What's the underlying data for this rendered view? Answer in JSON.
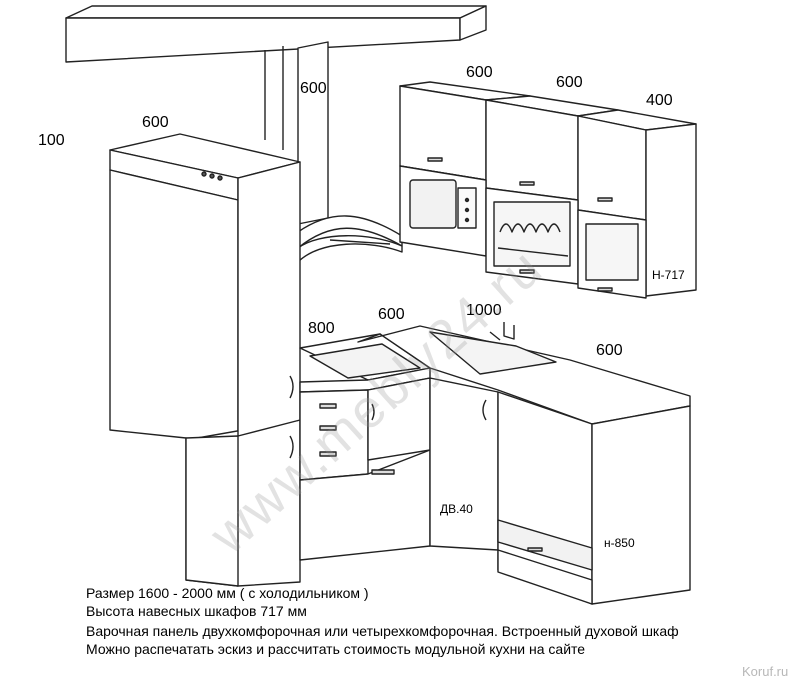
{
  "dimensions": {
    "fridge_offset": "100",
    "fridge_width": "600",
    "hood_width": "600",
    "wall_cab_1": "600",
    "wall_cab_2": "600",
    "wall_cab_3": "400",
    "base_800": "800",
    "base_600": "600",
    "sink_1000": "1000",
    "right_600": "600"
  },
  "tags": {
    "wall_height": "H-717",
    "cabinet": "ДВ.40",
    "base_height": "н-850"
  },
  "caption": {
    "line1": "Размер 1600 - 2000 мм ( с холодильником )",
    "line2": "Высота навесных шкафов 717 мм",
    "line3": "Варочная панель двухкомфорочная или четырехкомфорочная. Встроенный духовой шкаф",
    "line4": "Можно распечатать эскиз и рассчитать стоимость модульной кухни на сайте"
  },
  "watermark": "www.mebly24.ru",
  "brand": "Koruf.ru"
}
